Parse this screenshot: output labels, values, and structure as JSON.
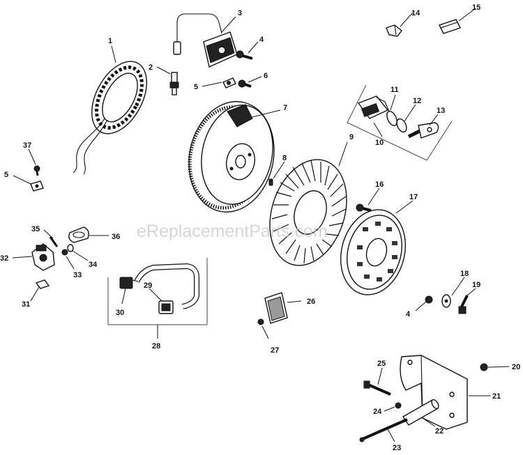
{
  "watermark": "eReplacementParts.com",
  "callouts": {
    "c1": "1",
    "c2": "2",
    "c3": "3",
    "c4a": "4",
    "c4b": "4",
    "c5a": "5",
    "c5b": "5",
    "c6": "6",
    "c7": "7",
    "c8": "8",
    "c9": "9",
    "c10": "10",
    "c11": "11",
    "c12": "12",
    "c13": "13",
    "c14": "14",
    "c15": "15",
    "c16": "16",
    "c17": "17",
    "c18": "18",
    "c19": "19",
    "c20": "20",
    "c21": "21",
    "c22": "22",
    "c23": "23",
    "c24": "24",
    "c25": "25",
    "c26": "26",
    "c27": "27",
    "c28": "28",
    "c29": "29",
    "c30": "30",
    "c31": "31",
    "c32": "32",
    "c33": "33",
    "c34": "34",
    "c35": "35",
    "c36": "36",
    "c37": "37"
  }
}
